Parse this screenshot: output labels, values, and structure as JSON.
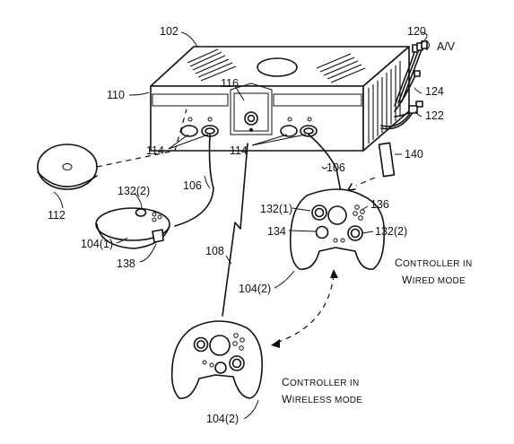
{
  "labels": {
    "l102": "102",
    "l120": "120",
    "lav": "A/V",
    "l110": "110",
    "l116": "116",
    "l124": "124",
    "l122": "122",
    "l114a": "114",
    "l114b": "114",
    "l106a": "106",
    "l106b": "106",
    "l140": "140",
    "l112": "112",
    "l132_2a": "132(2)",
    "l132_1": "132(1)",
    "l136": "136",
    "l134": "134",
    "l132_2b": "132(2)",
    "l104_1": "104(1)",
    "l138": "138",
    "l108": "108",
    "l104_2a": "104(2)",
    "l104_2b": "104(2)"
  },
  "captions": {
    "wired": {
      "line1_first": "C",
      "line1_rest": "ONTROLLER IN",
      "line2_first": "W",
      "line2_rest": "IRED MODE"
    },
    "wireless": {
      "line1_first": "C",
      "line1_rest": "ONTROLLER IN",
      "line2_first": "W",
      "line2_rest": "IRELESS MODE"
    }
  }
}
